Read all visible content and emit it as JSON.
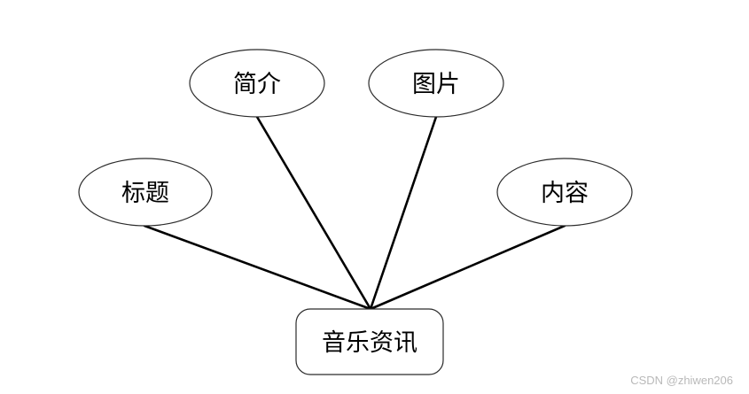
{
  "diagram": {
    "entity": {
      "label": "音乐资讯"
    },
    "attributes": [
      {
        "id": "title",
        "label": "标题"
      },
      {
        "id": "summary",
        "label": "简介"
      },
      {
        "id": "image",
        "label": "图片"
      },
      {
        "id": "content",
        "label": "内容"
      }
    ]
  },
  "watermark": "CSDN @zhiwen206"
}
